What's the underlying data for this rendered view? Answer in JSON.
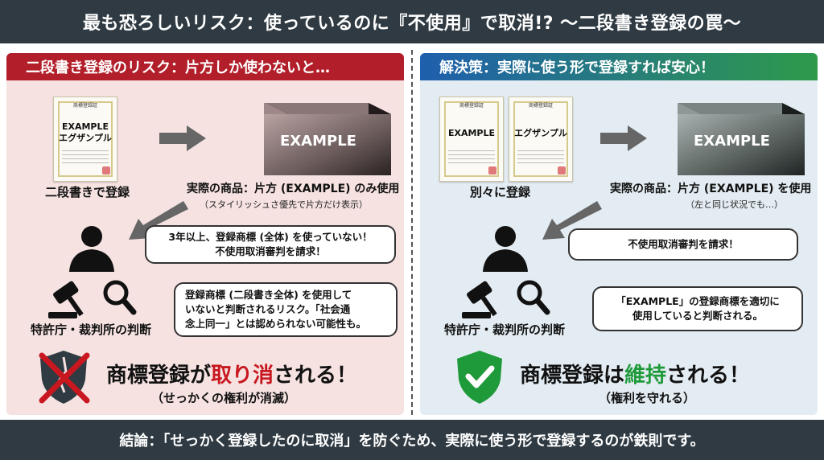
{
  "title": "最も恐ろしいリスク：使っているのに『不使用』で取消!? 〜二段書き登録の罠〜",
  "conclusion": "結論：「せっかく登録したのに取消」を防ぐため、実際に使う形で登録するのが鉄則です。",
  "colors": {
    "dark_bar": "#2f3a42",
    "risk_red": "#b21f2a",
    "left_bg": "#f5e2e1",
    "right_bg": "#e3ecf2",
    "ok_green": "#1f9a3a"
  },
  "left": {
    "heading": "二段書き登録のリスク：片方しか使わないと…",
    "certificate_text": [
      "EXAMPLE",
      "エグザンプル"
    ],
    "product_text": "EXAMPLE",
    "registration_label": "二段書きで登録",
    "product_label": "実際の商品：片方 (EXAMPLE) のみ使用",
    "product_note": "（スタイリッシュさ優先で片方だけ表示）",
    "claim_bubble": [
      "3年以上、登録商標 (全体) を使っていない！",
      "不使用取消審判を請求！"
    ],
    "judgment_bubble": [
      "登録商標 (二段書き全体) を使用して",
      "いないと判断されるリスク。「社会通",
      "念上同一」とは認められない可能性も。"
    ],
    "authority_label": "特許庁・裁判所の判断",
    "result_prefix": "商標登録が",
    "result_highlight": "取り消",
    "result_suffix": "される！",
    "result_sub": "（せっかくの権利が消滅）",
    "icons": [
      "certificate-icon",
      "arrow-right-icon",
      "product-box-icon",
      "arrow-down-left-icon",
      "person-icon",
      "gavel-icon",
      "magnifier-icon",
      "broken-shield-icon",
      "cross-icon"
    ]
  },
  "right": {
    "heading": "解決策：実際に使う形で登録すれば安心！",
    "certificate_text_1": "EXAMPLE",
    "certificate_text_2": "エグザンプル",
    "product_text": "EXAMPLE",
    "registration_label": "別々に登録",
    "product_label": "実際の商品：片方 (EXAMPLE) を使用",
    "product_note": "（左と同じ状況でも…）",
    "claim_bubble": "不使用取消審判を請求！",
    "judgment_bubble": [
      "「EXAMPLE」の登録商標を適切に",
      "使用していると判断される。"
    ],
    "authority_label": "特許庁・裁判所の判断",
    "result_prefix": "商標登録は",
    "result_highlight": "維持",
    "result_suffix": "される！",
    "result_sub": "（権利を守れる）",
    "icons": [
      "certificate-icon",
      "arrow-right-icon",
      "product-box-icon",
      "arrow-down-left-icon",
      "person-icon",
      "gavel-icon",
      "magnifier-icon",
      "check-shield-icon"
    ]
  }
}
